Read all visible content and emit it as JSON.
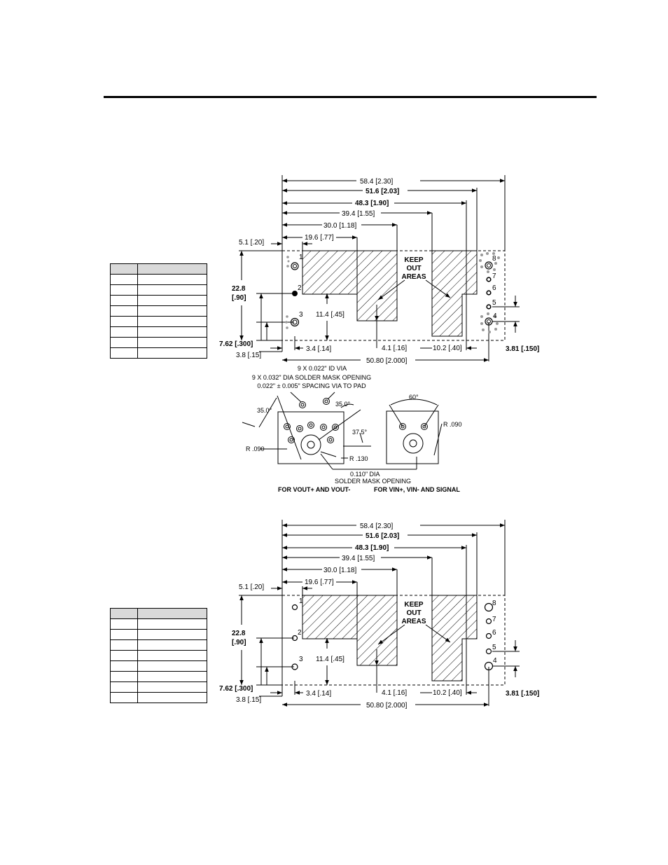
{
  "drawing1": {
    "dims_top": [
      "58.4 [2.30]",
      "51.6 [2.03]",
      "48.3 [1.90]",
      "39.4 [1.55]",
      "30.0 [1.18]",
      "19.6 [.77]"
    ],
    "dim_left_offset": "5.1 [.20]",
    "dim_height": [
      "22.8",
      "[.90]"
    ],
    "dim_pin2": "11.4 [.45]",
    "dim_pin3": "7.62 [.300]",
    "dim_edge": "3.8 [.15]",
    "dim_34": "3.4 [.14]",
    "dim_41": "4.1 [.16]",
    "dim_102": "10.2 [.40]",
    "dim_381": "3.81 [.150]",
    "dim_508": "50.80 [2.000]",
    "keep_out": [
      "KEEP",
      "OUT",
      "AREAS"
    ],
    "pins_left": [
      "1",
      "2",
      "3"
    ],
    "pins_right": [
      "8",
      "7",
      "6",
      "5",
      "4"
    ]
  },
  "details": {
    "via_lines": [
      "9 X 0.022\" ID VIA",
      "9 X 0.032\" DIA SOLDER MASK OPENING",
      "0.022\" ± 0.005\" SPACING VIA TO PAD"
    ],
    "angle_left": "35.0°",
    "angle_right": "35.0°",
    "angle_375": "37.5°",
    "r090_left": "R .090",
    "r130": "R .130",
    "dia_lines": [
      "0.110\" DIA",
      "SOLDER MASK OPENING"
    ],
    "caption_left": "FOR VOUT+ AND VOUT-",
    "angle_60": "60°",
    "r090_right": "R .090",
    "caption_right": "FOR VIN+, VIN- AND SIGNAL"
  },
  "drawing2": {
    "dims_top": [
      "58.4 [2.30]",
      "51.6 [2.03]",
      "48.3 [1.90]",
      "39.4 [1.55]",
      "30.0 [1.18]",
      "19.6 [.77]"
    ],
    "dim_left_offset": "5.1 [.20]",
    "dim_height": [
      "22.8",
      "[.90]"
    ],
    "dim_pin2": "11.4 [.45]",
    "dim_pin3": "7.62 [.300]",
    "dim_edge": "3.8 [.15]",
    "dim_34": "3.4 [.14]",
    "dim_41": "4.1 [.16]",
    "dim_102": "10.2 [.40]",
    "dim_381": "3.81 [.150]",
    "dim_508": "50.80 [2.000]",
    "keep_out": [
      "KEEP",
      "OUT",
      "AREAS"
    ],
    "pins_left": [
      "1",
      "2",
      "3"
    ],
    "pins_right": [
      "8",
      "7",
      "6",
      "5",
      "4"
    ]
  }
}
